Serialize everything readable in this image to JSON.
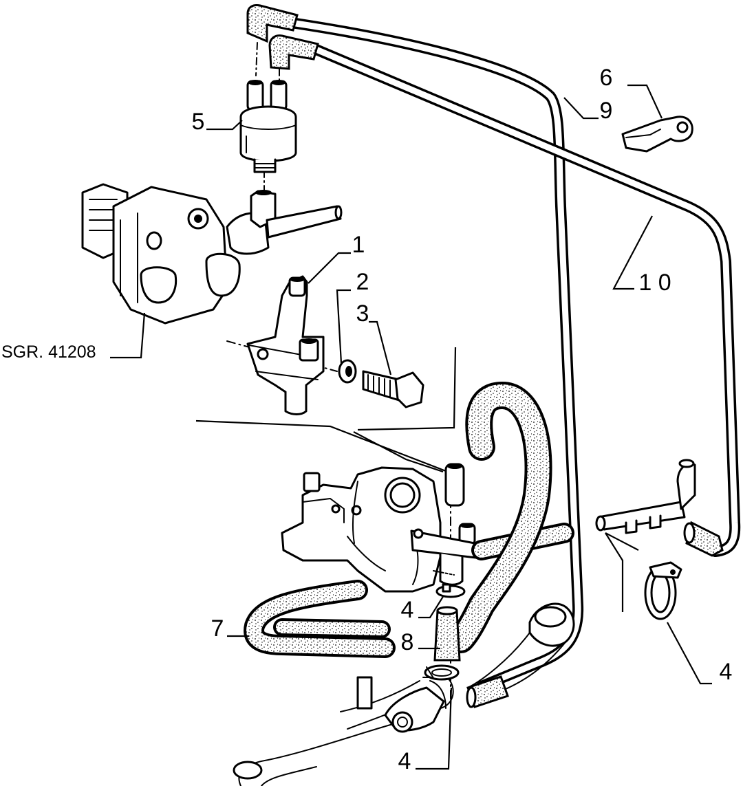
{
  "labels": {
    "item1": "1",
    "item2": "2",
    "item3": "3",
    "item4_top": "4",
    "item4_right": "4",
    "item4_bottom": "4",
    "item5": "5",
    "item6": "6",
    "item7": "7",
    "item8": "8",
    "item9": "9",
    "item10": "1 0",
    "reference": "SGR. 41208"
  },
  "colors": {
    "line": "#000000",
    "background": "#ffffff",
    "hose_speckle": "#000000"
  }
}
